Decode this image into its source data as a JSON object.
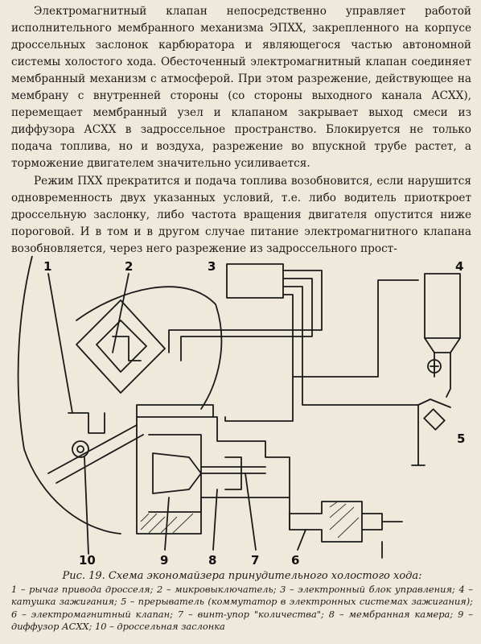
{
  "paragraphs": [
    "Электромагнитный клапан непосредственно управляет работой исполнительного мембранного механизма ЭПХХ, закрепленного на корпусе дроссельных заслонок карбюратора и являющегося частью автономной системы холостого хода. Обесточенный электромагнитный клапан соединяет мембранный механизм с атмосферой. При этом разрежение, действующее на мембрану с внутренней стороны (со стороны выходного канала АСХХ), перемещает мембранный узел и клапаном закрывает выход смеси из диффузора АСХХ в задроссельное пространство. Блокируется не только подача топлива, но и воздуха, разрежение во впускной трубе растет, а торможение двигателем значительно усиливается.",
    "Режим ПХХ прекратится и подача топлива возобновится, если нарушится одновременность двух указанных условий, т.е. либо водитель приоткроет дроссельную заслонку, либо частота вращения двигателя опустится ниже пороговой. И в том и в другом случае питание электромагнитного клапана возобновляется, через него разрежение из задроссельного прост-"
  ],
  "diagram": {
    "labels": [
      "1",
      "2",
      "3",
      "4",
      "5",
      "6",
      "7",
      "8",
      "9",
      "10"
    ]
  },
  "caption": {
    "title": "Рис. 19. Схема экономайзера принудительного холостого хода:",
    "body": "1 – рычаг привода дросселя; 2 – микровыключатель; 3 – электронный блок управления; 4 – катушка зажигания; 5 – прерыватель (коммутатор в электронных системах зажигания); 6 – электромагнитный клапан; 7 – винт-упор \"количества\"; 8 – мембранная камера; 9 – диффузор АСХХ; 10 – дроссельная заслонка"
  }
}
